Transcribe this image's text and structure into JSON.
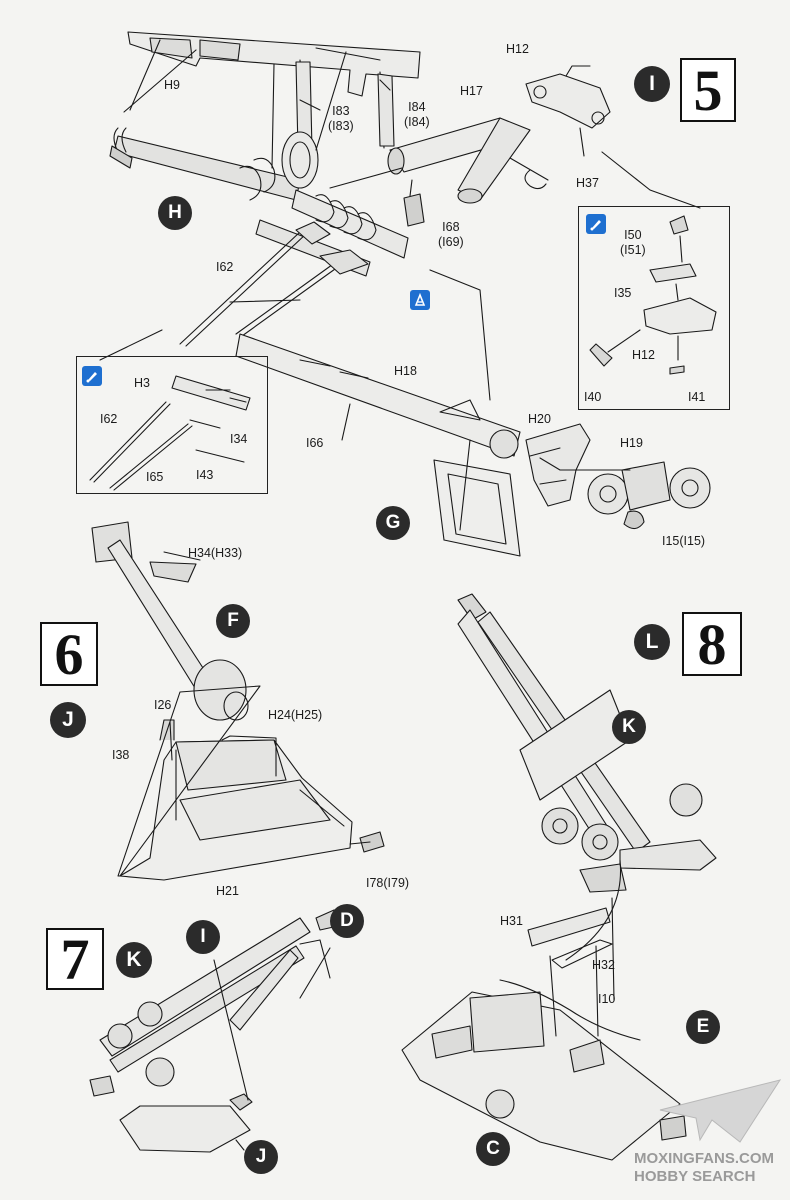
{
  "steps": {
    "step5": {
      "number": "5",
      "group": "I"
    },
    "step6": {
      "number": "6",
      "group": "J"
    },
    "step7": {
      "number": "7",
      "group": "K"
    },
    "step8": {
      "number": "8",
      "group": "L"
    }
  },
  "subassemblies": {
    "H": "H",
    "G": "G",
    "F": "F",
    "K": "K",
    "I": "I",
    "D": "D",
    "J": "J",
    "E": "E",
    "C": "C"
  },
  "parts": {
    "H9": "H9",
    "I83": "I83",
    "I83b": "(I83)",
    "I84": "I84",
    "I84b": "(I84)",
    "H12": "H12",
    "H17": "H17",
    "H37": "H37",
    "I68": "I68",
    "I69": "(I69)",
    "I62": "I62",
    "I50": "I50",
    "I51": "(I51)",
    "I35": "I35",
    "H12b": "H12",
    "I40": "I40",
    "I41": "I41",
    "H3": "H3",
    "I62b": "I62",
    "I34": "I34",
    "I65": "I65",
    "I43": "I43",
    "H18": "H18",
    "I66": "I66",
    "H20": "H20",
    "H19": "H19",
    "I15": "I15(I15)",
    "H34": "H34(H33)",
    "H24": "H24(H25)",
    "I26": "I26",
    "I38": "I38",
    "H21": "H21",
    "I78": "I78(I79)",
    "H31": "H31",
    "H32": "H32",
    "I10": "I10"
  },
  "watermark": {
    "line1": "MOXINGFANS.COM",
    "line2": "HOBBY SEARCH"
  },
  "colors": {
    "badge": "#2b2b2b",
    "glue": "#1e6fd0",
    "line": "#1a1a1a"
  }
}
